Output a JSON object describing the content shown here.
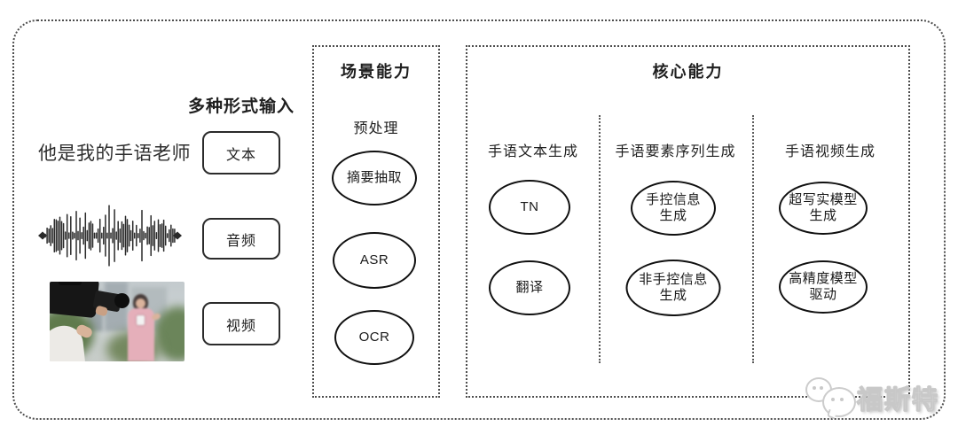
{
  "colors": {
    "ink": "#1f1f1f",
    "line": "#4d4d4d",
    "box-border": "#2b2b2b",
    "watermark": "#c8c8c8"
  },
  "input_section": {
    "heading": "多种形式输入",
    "text_example": "他是我的手语老师",
    "buttons": [
      {
        "label": "文本"
      },
      {
        "label": "音频"
      },
      {
        "label": "视频"
      }
    ]
  },
  "scene_box": {
    "title": "场景能力",
    "stage_label": "预处理",
    "nodes": [
      {
        "lines": [
          "摘要抽取"
        ]
      },
      {
        "lines": [
          "ASR"
        ]
      },
      {
        "lines": [
          "OCR"
        ]
      }
    ]
  },
  "core_box": {
    "title": "核心能力",
    "columns": [
      {
        "heading": "手语文本生成",
        "nodes": [
          {
            "lines": [
              "TN"
            ]
          },
          {
            "lines": [
              "翻译"
            ]
          }
        ]
      },
      {
        "heading": "手语要素序列生成",
        "nodes": [
          {
            "lines": [
              "手控信息",
              "生成"
            ]
          },
          {
            "lines": [
              "非手控信息",
              "生成"
            ]
          }
        ]
      },
      {
        "heading": "手语视频生成",
        "nodes": [
          {
            "lines": [
              "超写实模型",
              "生成"
            ]
          },
          {
            "lines": [
              "高精度模型",
              "驱动"
            ]
          }
        ]
      }
    ]
  },
  "watermark": {
    "brand": "福斯特"
  }
}
